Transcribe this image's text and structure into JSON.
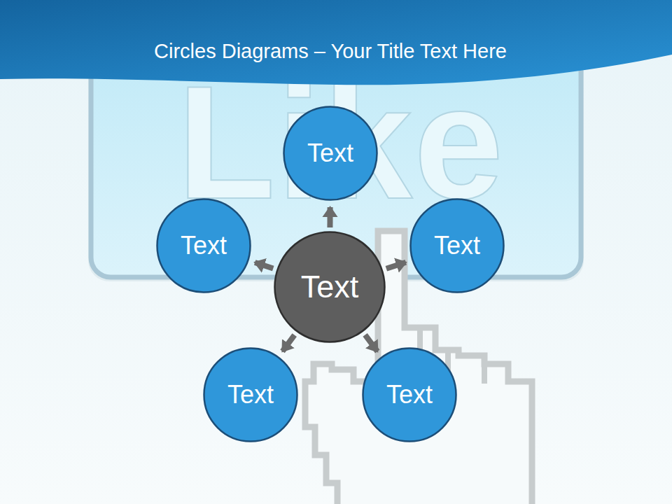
{
  "diagram": {
    "title": "Circles Diagrams – Your Title Text Here",
    "nodes": [
      {
        "text": [
          "Text"
        ]
      },
      {
        "text": [
          "Text"
        ]
      },
      {
        "text": [
          "Text"
        ]
      },
      {
        "text": [
          "Text"
        ]
      },
      {
        "text": [
          "Text"
        ]
      },
      {
        "text": [
          "Text"
        ]
      }
    ],
    "edges": [
      {
        "from": 3,
        "to": 0,
        "arrow": "to"
      },
      {
        "from": 3,
        "to": 1,
        "arrow": "to"
      },
      {
        "from": 3,
        "to": 2,
        "arrow": "to"
      },
      {
        "from": 3,
        "to": 4,
        "arrow": "to"
      },
      {
        "from": 3,
        "to": 5,
        "arrow": "to"
      }
    ],
    "labels": [
      "Like"
    ]
  }
}
